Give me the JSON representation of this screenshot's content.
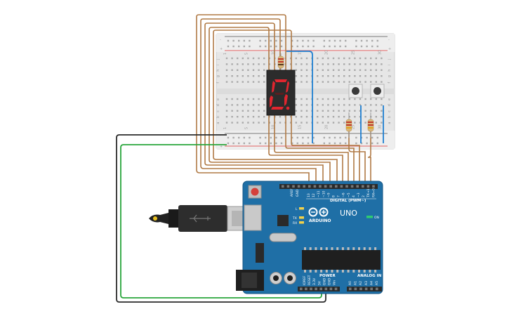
{
  "breadboard": {
    "rows_top": [
      "j",
      "i",
      "h",
      "g",
      "f"
    ],
    "rows_bottom": [
      "e",
      "d",
      "c",
      "b",
      "a"
    ],
    "column_numbers": [
      "1",
      "5",
      "10",
      "15",
      "20",
      "25",
      "30"
    ],
    "rail_plus": "+",
    "rail_minus": "-"
  },
  "arduino": {
    "model": "UNO",
    "brand": "ARDUINO",
    "digital_label": "DIGITAL (PWM~)",
    "power_label": "POWER",
    "analog_label": "ANALOG IN",
    "on_label": "ON",
    "l_label": "L",
    "tx_label": "TX",
    "rx_label": "RX",
    "aref_label": "AREF",
    "gnd_label": "GND",
    "digital_pins": [
      "13",
      "12",
      "~11",
      "~10",
      "~9",
      "8",
      "7",
      "~6",
      "~5",
      "4",
      "~3",
      "2",
      "TX→1",
      "RX←0"
    ],
    "power_pins": [
      "IOREF",
      "RESET",
      "3.3V",
      "5V",
      "GND",
      "GND",
      "Vin"
    ],
    "analog_pins": [
      "A0",
      "A1",
      "A2",
      "A3",
      "A4",
      "A5"
    ]
  },
  "colors": {
    "wire_brown": "#b07a45",
    "wire_blue": "#1e7fd1",
    "wire_green": "#2aa63c",
    "wire_black": "#2b2b2b",
    "board_blue": "#1f6fa6",
    "segment_red": "#e0262f",
    "breadboard": "#e9e9e9"
  }
}
